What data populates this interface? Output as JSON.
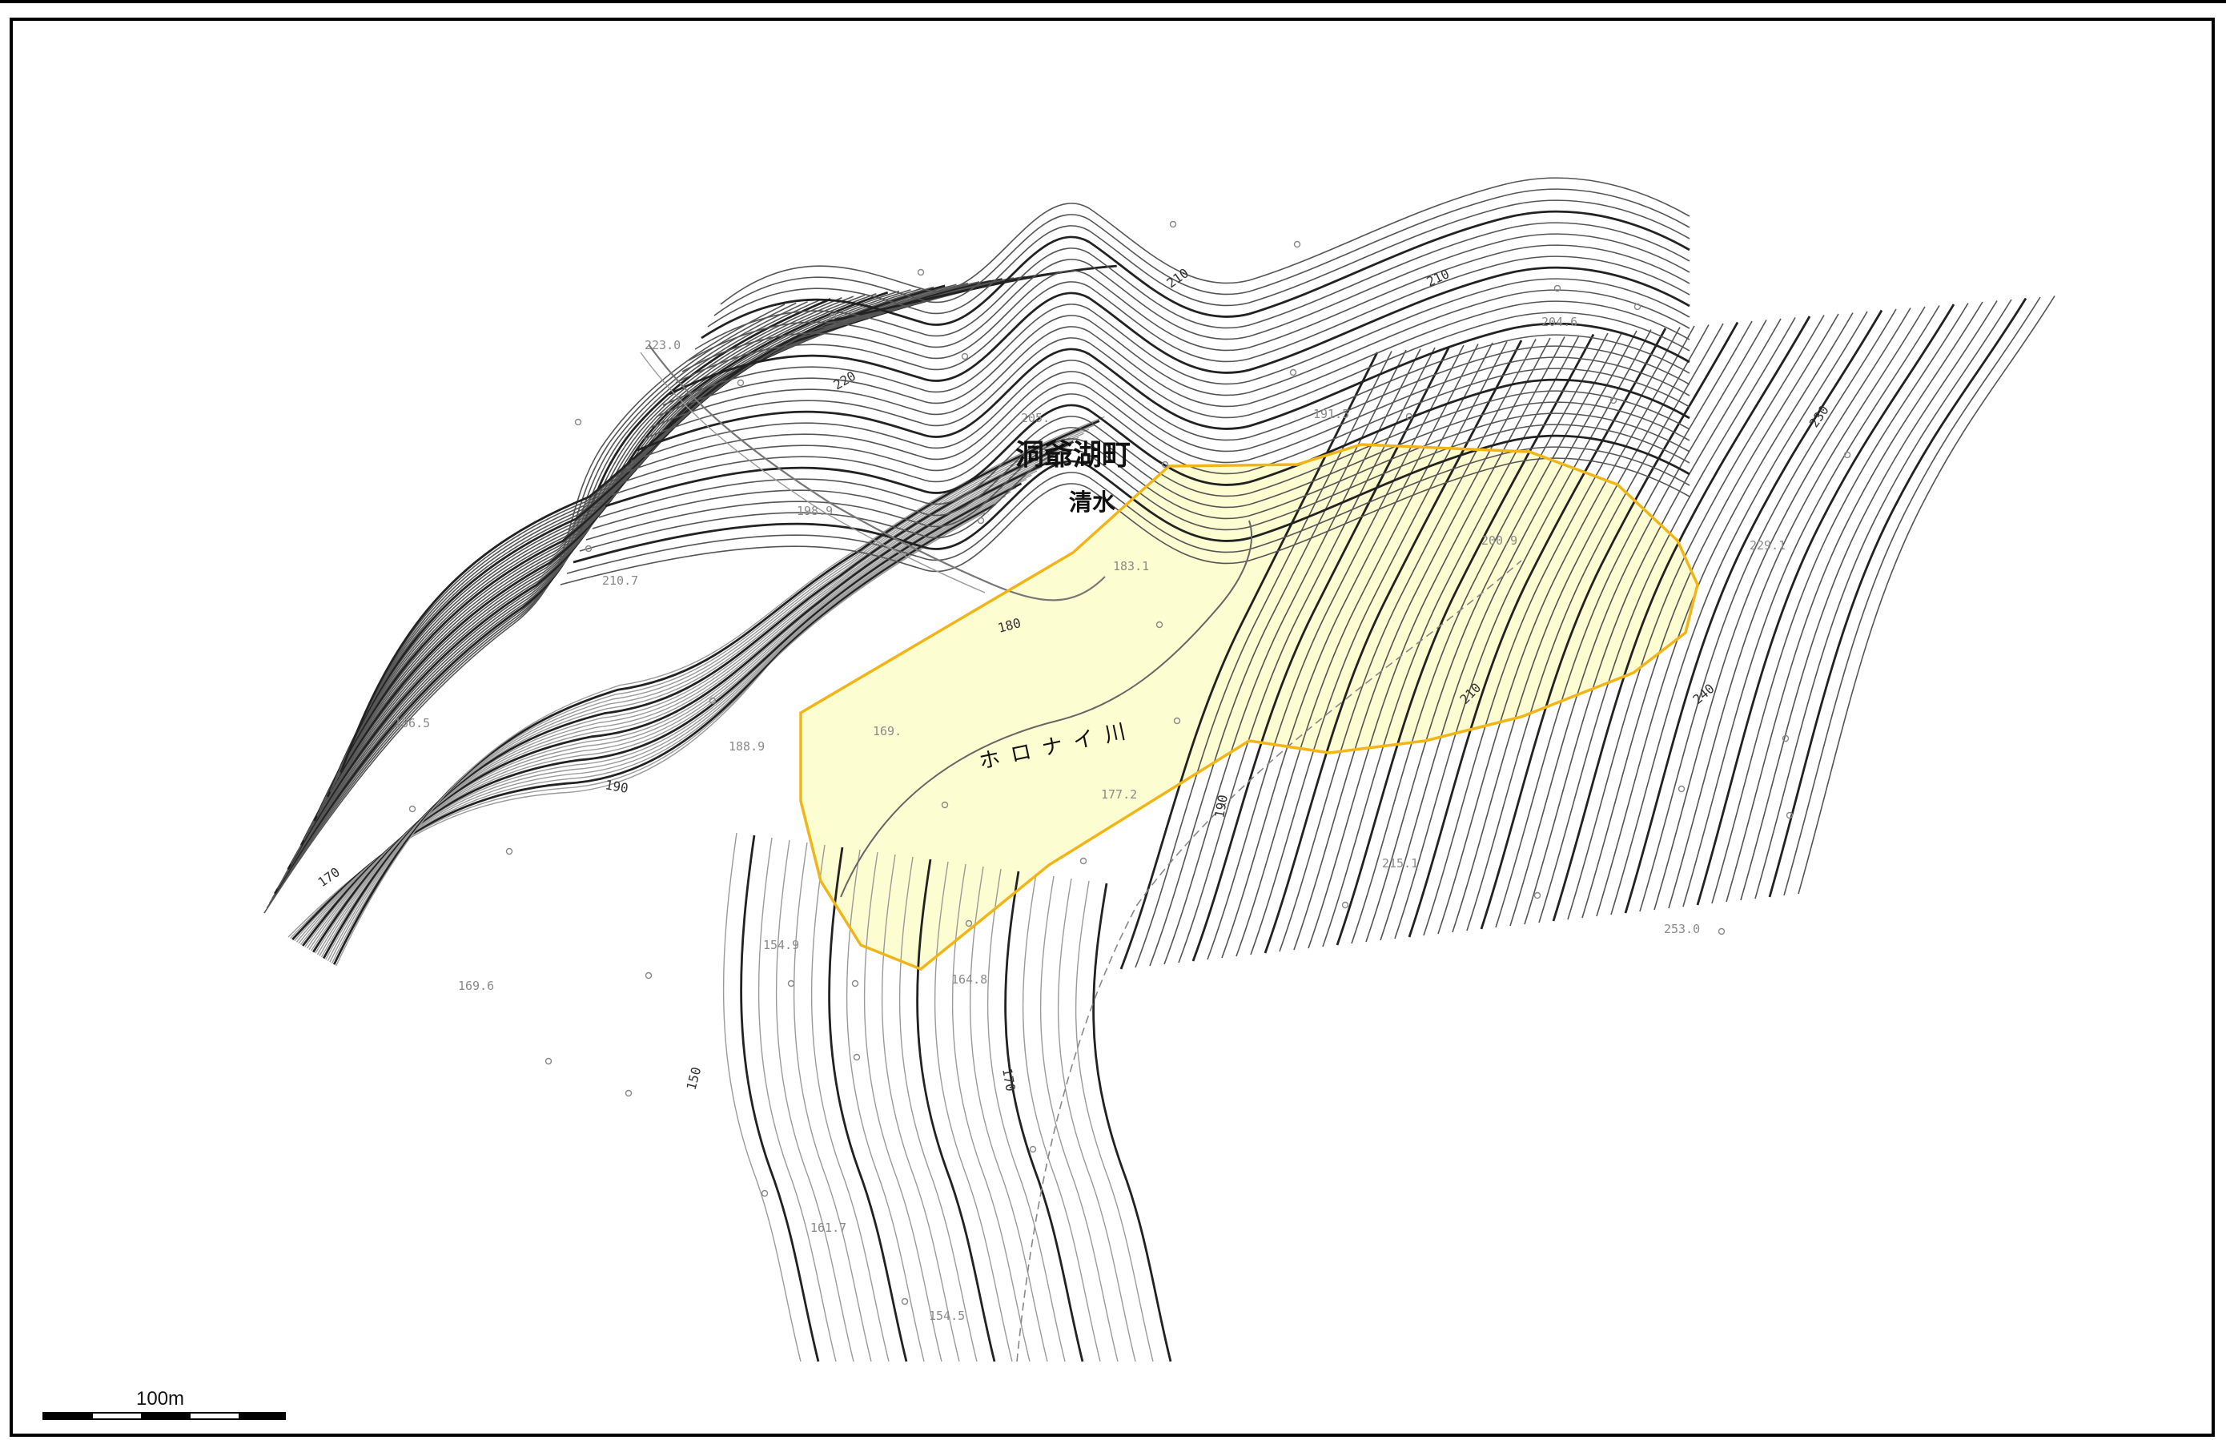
{
  "map": {
    "town_name": "洞爺湖町",
    "district_name": "清水",
    "river_name": "ホロナイ川",
    "contour_labels": [
      "220",
      "210",
      "210",
      "230",
      "180",
      "240",
      "210",
      "190",
      "170",
      "150",
      "170",
      "190"
    ],
    "elevation_points": [
      "223.0",
      "205.",
      "191.5",
      "204.6",
      "198.9",
      "210.7",
      "183.1",
      "200.9",
      "229.1",
      "186.5",
      "188.9",
      "169.",
      "177.2",
      "215.1",
      "253.0",
      "154.9",
      "164.8",
      "169.6",
      "161.7",
      "154.5"
    ],
    "symbols": {
      "tree": "tree-symbol",
      "grass": "grass-symbol"
    },
    "colors": {
      "frame": "#000000",
      "contour": "#555555",
      "contour_index": "#222222",
      "area_fill": "#fdfdd2",
      "area_stroke": "#f2b519",
      "elevation_text": "#8a8a8a"
    }
  },
  "scale_bar": {
    "label": "100m"
  }
}
